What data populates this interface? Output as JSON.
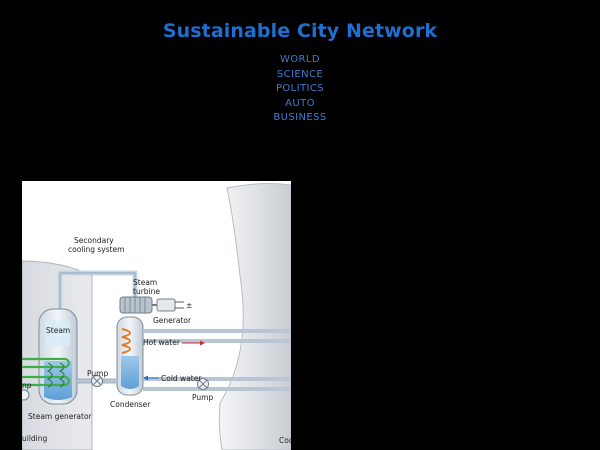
{
  "site": {
    "title": "Sustainable City Network"
  },
  "nav": {
    "items": [
      {
        "label": "WORLD"
      },
      {
        "label": "SCIENCE"
      },
      {
        "label": "POLITICS"
      },
      {
        "label": "AUTO"
      },
      {
        "label": "BUSINESS"
      }
    ]
  },
  "figure": {
    "labels": {
      "secondary_cooling_system_line1": "Secondary",
      "secondary_cooling_system_line2": "cooling system",
      "steam_turbine_line1": "Steam",
      "steam_turbine_line2": "turbine",
      "generator": "Generator",
      "generator_terminals": "±",
      "steam": "Steam",
      "hot_water": "Hot water",
      "cold_water": "Cold water",
      "pump_left": "Pump",
      "pump_center": "Pump",
      "pump_right": "Pump",
      "condenser": "Condenser",
      "steam_generator": "Steam generator",
      "building_fragment": "uilding",
      "cooling_tower_fragment": "Coo",
      "pump_fragment": "np"
    }
  },
  "colors": {
    "title": "#1f6fd1",
    "nav": "#3f7ccf",
    "background": "#000000",
    "hot_arrow": "#d12a2a",
    "cold_arrow": "#2a6fd1"
  }
}
